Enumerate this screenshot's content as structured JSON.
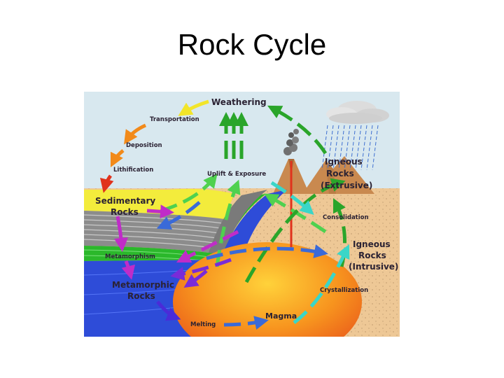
{
  "title": "Rock Cycle",
  "labels": {
    "weathering": "Weathering",
    "transportation": "Transportation",
    "deposition": "Deposition",
    "lithification": "Lithification",
    "uplift_exposure": "Uplift & Exposure",
    "sedimentary_1": "Sedimentary",
    "sedimentary_2": "Rocks",
    "igneous_ext_1": "Igneous",
    "igneous_ext_2": "Rocks",
    "igneous_ext_3": "(Extrusive)",
    "consolidation": "Consolidation",
    "igneous_int_1": "Igneous",
    "igneous_int_2": "Rocks",
    "igneous_int_3": "(Intrusive)",
    "metamorphism": "Metamorphism",
    "metamorphic_1": "Metamorphic",
    "metamorphic_2": "Rocks",
    "crystallization": "Crystallization",
    "magma": "Magma",
    "melting": "Melting"
  },
  "colors": {
    "sky": "#d8e8ef",
    "ground": "#eec896",
    "sedimentary": "#f3ec3c",
    "metamorphic": "#2e4cd8",
    "green_layer": "#2bb82b",
    "magma": "#f06a1a",
    "volcano": "#c9894f",
    "arrow_yellow": "#f2e52a",
    "arrow_orange": "#f28a1a",
    "arrow_red": "#e0321c",
    "arrow_green": "#2aa52a",
    "arrow_lightgreen": "#4fd14f",
    "arrow_cyan": "#3ad6c8",
    "arrow_blue": "#3a6ad8",
    "arrow_purple": "#7a2bd8",
    "arrow_magenta": "#c02cc8",
    "arrow_indigo": "#4a2bd8"
  }
}
